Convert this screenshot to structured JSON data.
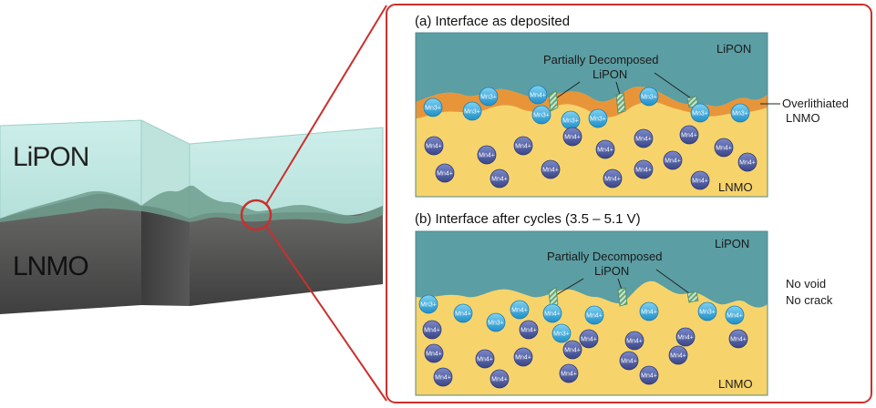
{
  "block": {
    "top_label": "LiPON",
    "bottom_label": "LNMO"
  },
  "panel_a": {
    "title": "(a) Interface as deposited",
    "top_material": "LiPON",
    "bottom_material": "LNMO",
    "callout_line1": "Partially Decomposed",
    "callout_line2": "LiPON",
    "side_note_line1": "Overlithiated",
    "side_note_line2": "LNMO",
    "ions": [
      "Mn3+",
      "Mn3+",
      "Mn3+",
      "Mn3+",
      "Mn4+",
      "Mn3+",
      "Mn3+",
      "Mn3+",
      "Mn3+",
      "Mn3+",
      "Mn4+",
      "Mn4+",
      "Mn4+",
      "Mn4+",
      "Mn4+",
      "Mn4+",
      "Mn4+",
      "Mn4+",
      "Mn4+",
      "Mn4+",
      "Mn4+",
      "Mn4+",
      "Mn4+",
      "Mn4+",
      "Mn4+",
      "Mn4+"
    ]
  },
  "panel_b": {
    "title": "(b) Interface after cycles (3.5 – 5.1 V)",
    "top_material": "LiPON",
    "bottom_material": "LNMO",
    "callout_line1": "Partially Decomposed",
    "callout_line2": "LiPON",
    "side_note_line1": "No void",
    "side_note_line2": "No crack",
    "ions": [
      "Mn3+",
      "Mn4+",
      "Mn3+",
      "Mn4+",
      "Mn3+",
      "Mn4+",
      "Mn4+",
      "Mn3+",
      "Mn4+",
      "Mn4+",
      "Mn4+",
      "Mn4+",
      "Mn4+",
      "Mn4+",
      "Mn4+",
      "Mn4+",
      "Mn4+",
      "Mn4+",
      "Mn4+",
      "Mn4+",
      "Mn4+",
      "Mn4+",
      "Mn4+",
      "Mn4+",
      "Mn4+",
      "Mn4+"
    ]
  },
  "colors": {
    "lipon": "#5b9ea3",
    "lnmo": "#f7d46b",
    "overlithiated": "#e8953a",
    "ion_light": "#3aa6d8",
    "ion_dark": "#4a5aa0",
    "frame": "#c9302c",
    "block_glass": "#c7e8e3",
    "block_dark": "#505050"
  }
}
